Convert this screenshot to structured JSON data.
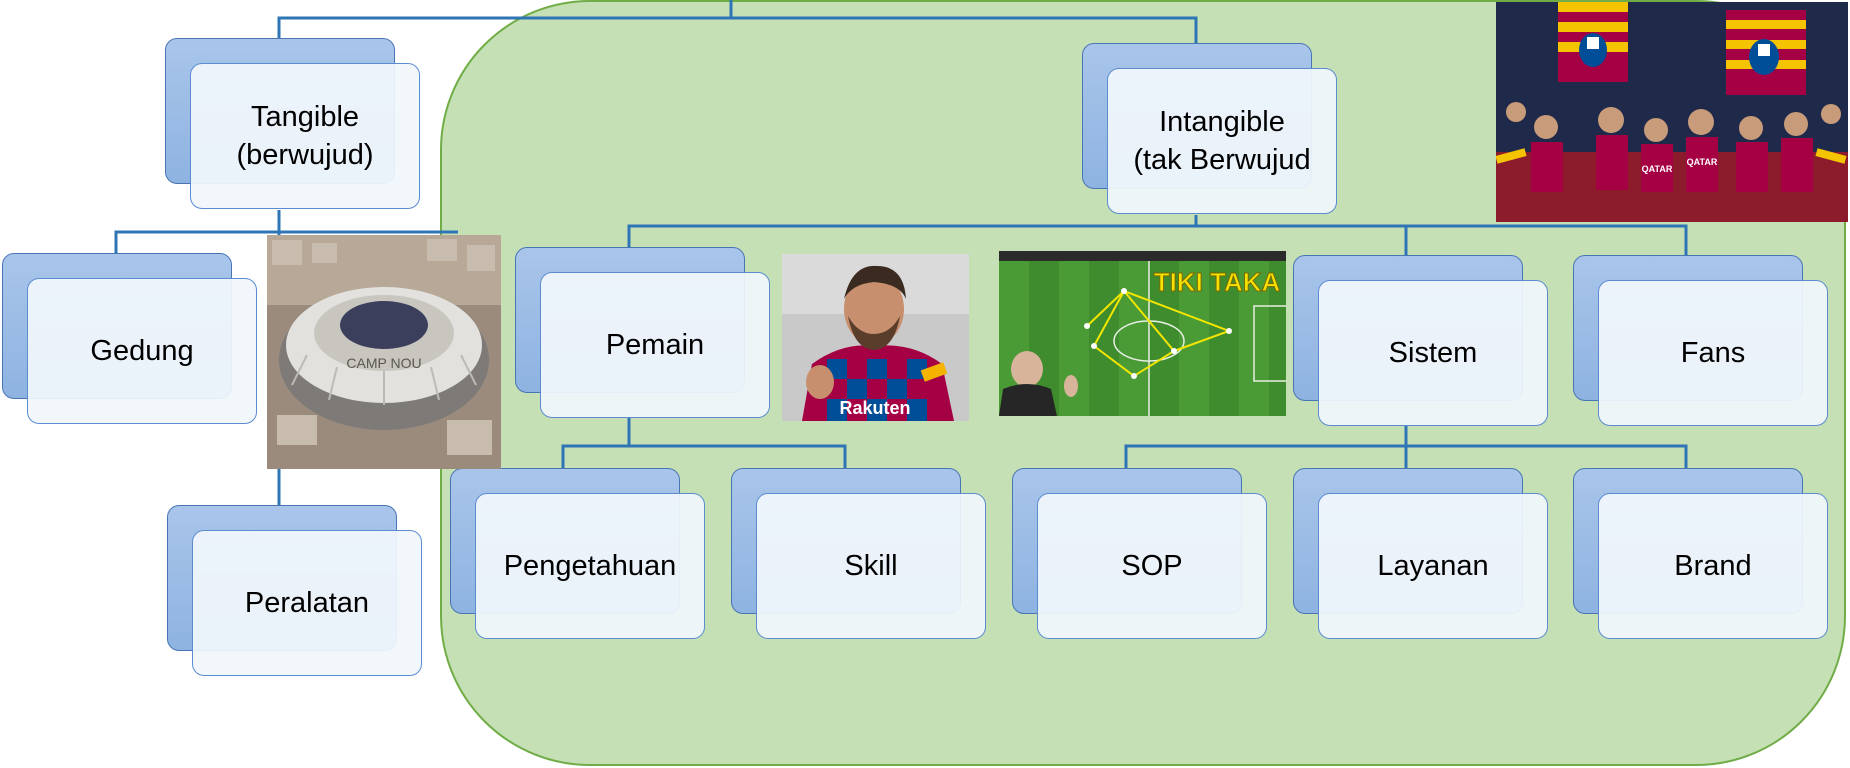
{
  "nodes": {
    "tangible": "Tangible\n(berwujud)",
    "intangible": "Intangible\n(tak Berwujud",
    "gedung": "Gedung",
    "peralatan": "Peralatan",
    "pemain": "Pemain",
    "sistem": "Sistem",
    "fans": "Fans",
    "pengetahuan": "Pengetahuan",
    "skill": "Skill",
    "sop": "SOP",
    "layanan": "Layanan",
    "brand": "Brand"
  },
  "images": {
    "stadium": {
      "description_icon": "stadium-photo",
      "caption": "CAMP NOU"
    },
    "player": {
      "description_icon": "player-photo",
      "jersey_text": "Rakuten"
    },
    "tactics": {
      "description_icon": "tactics-photo",
      "title": "TIKI TAKA"
    },
    "fans": {
      "description_icon": "fans-crowd-photo",
      "shirt_text": "QATAR"
    }
  },
  "colors": {
    "region_fill": "#c5e0b4",
    "region_border": "#70ad47",
    "connector": "#2e75b6",
    "box_back": "#9dbde6",
    "box_front": "#f1f6fc"
  }
}
